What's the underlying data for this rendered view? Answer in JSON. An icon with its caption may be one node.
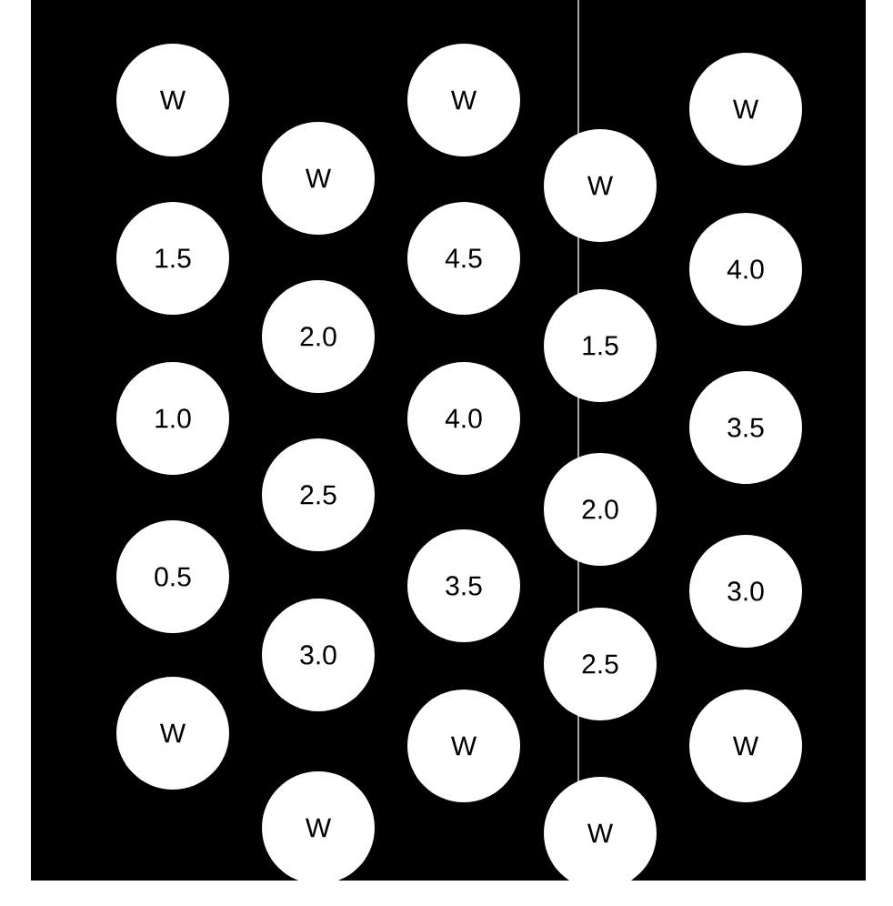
{
  "diagram": {
    "nodes": [
      {
        "text": [
          "W"
        ]
      },
      {
        "text": [
          "W"
        ]
      },
      {
        "text": [
          "W"
        ]
      },
      {
        "text": [
          "W"
        ]
      },
      {
        "text": [
          "W"
        ]
      },
      {
        "text": [
          "1.5"
        ]
      },
      {
        "text": [
          "4.5"
        ]
      },
      {
        "text": [
          "4.0"
        ]
      },
      {
        "text": [
          "2.0"
        ]
      },
      {
        "text": [
          "1.5"
        ]
      },
      {
        "text": [
          "1.0"
        ]
      },
      {
        "text": [
          "4.0"
        ]
      },
      {
        "text": [
          "3.5"
        ]
      },
      {
        "text": [
          "2.5"
        ]
      },
      {
        "text": [
          "2.0"
        ]
      },
      {
        "text": [
          "0.5"
        ]
      },
      {
        "text": [
          "3.5"
        ]
      },
      {
        "text": [
          "3.0"
        ]
      },
      {
        "text": [
          "3.0"
        ]
      },
      {
        "text": [
          "2.5"
        ]
      },
      {
        "text": [
          "W"
        ]
      },
      {
        "text": [
          "W"
        ]
      },
      {
        "text": [
          "W"
        ]
      },
      {
        "text": [
          "W"
        ]
      },
      {
        "text": [
          "W"
        ]
      }
    ]
  }
}
